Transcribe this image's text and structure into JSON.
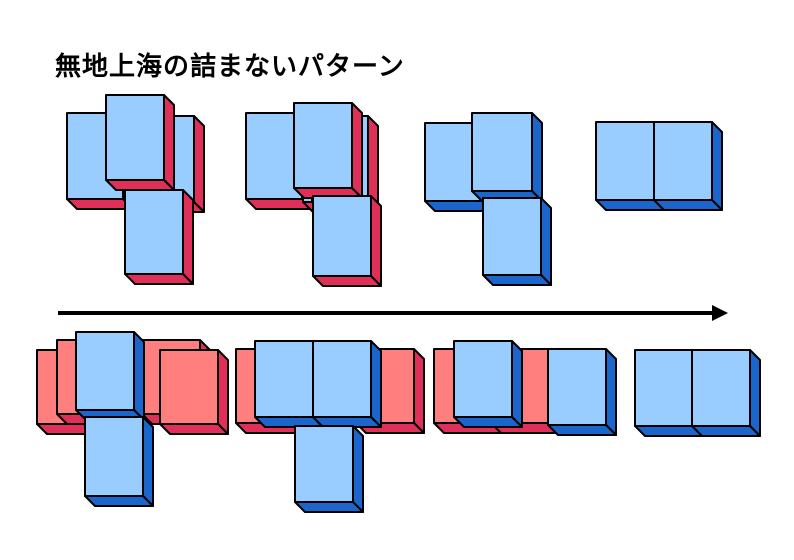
{
  "title": "無地上海の詰まないパターン",
  "colors": {
    "tile_face": "#99ccff",
    "tile_side_blue": "#1a66cc",
    "tile_side_red": "#e0305a",
    "back_tile_face": "#ff7f7f",
    "outline": "#000000",
    "arrow": "#000000"
  },
  "arrow": {
    "direction": "right"
  },
  "diagrams": [
    {
      "row": "top",
      "index": 1,
      "tiles": [
        {
          "layer": "back",
          "count": 4
        },
        {
          "layer": "front",
          "count": 3
        }
      ]
    },
    {
      "row": "top",
      "index": 2,
      "tiles": [
        {
          "layer": "back",
          "count": 3
        },
        {
          "layer": "front",
          "count": 3
        }
      ]
    },
    {
      "row": "top",
      "index": 3,
      "tiles": [
        {
          "layer": "front",
          "count": 3
        }
      ]
    },
    {
      "row": "top",
      "index": 4,
      "tiles": [
        {
          "layer": "front",
          "count": 2
        }
      ]
    },
    {
      "row": "bottom",
      "index": 1,
      "tiles": [
        {
          "layer": "back",
          "count": 4
        },
        {
          "layer": "front",
          "count": 2
        }
      ]
    },
    {
      "row": "bottom",
      "index": 2,
      "tiles": [
        {
          "layer": "back",
          "count": 2
        },
        {
          "layer": "front",
          "count": 3
        }
      ]
    },
    {
      "row": "bottom",
      "index": 3,
      "tiles": [
        {
          "layer": "back",
          "count": 2
        },
        {
          "layer": "front",
          "count": 2
        }
      ]
    },
    {
      "row": "bottom",
      "index": 4,
      "tiles": [
        {
          "layer": "front",
          "count": 2
        }
      ]
    }
  ]
}
